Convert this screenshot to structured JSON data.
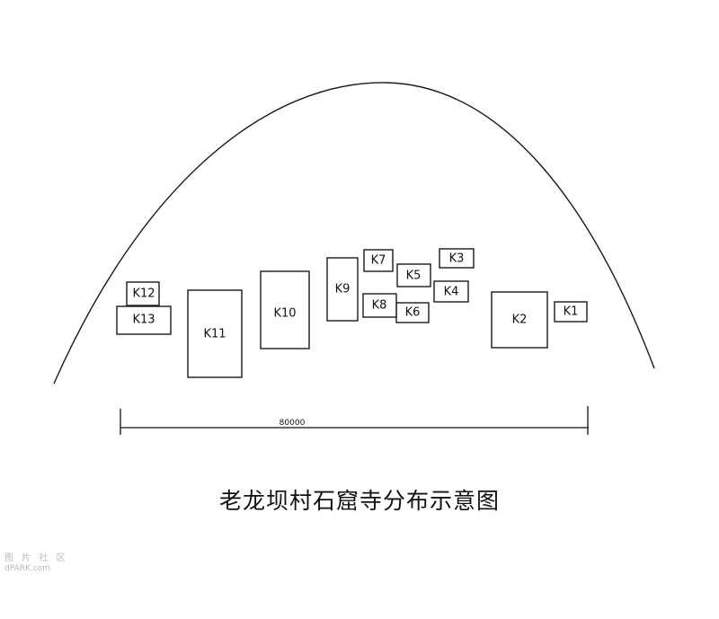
{
  "caves": [
    {
      "label": "K1"
    },
    {
      "label": "K2"
    },
    {
      "label": "K3"
    },
    {
      "label": "K4"
    },
    {
      "label": "K5"
    },
    {
      "label": "K6"
    },
    {
      "label": "K7"
    },
    {
      "label": "K8"
    },
    {
      "label": "K9"
    },
    {
      "label": "K10"
    },
    {
      "label": "K11"
    },
    {
      "label": "K12"
    },
    {
      "label": "K13"
    }
  ],
  "scale_bar": {
    "value": "80000"
  },
  "caption": "老龙坝村石窟寺分布示意图",
  "watermark": {
    "line1": "图 片 社 区",
    "line2": "dPARK.com"
  }
}
